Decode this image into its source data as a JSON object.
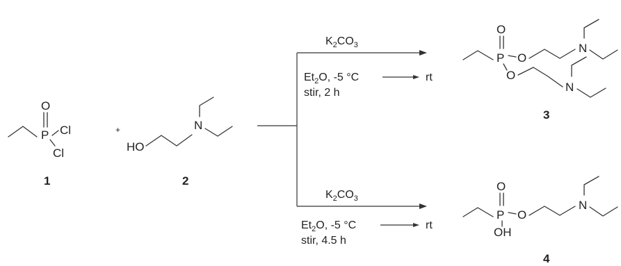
{
  "compounds": {
    "c1": {
      "number": "1",
      "atoms": {
        "oxygen": "O",
        "phosphorus": "P",
        "chlorine_1": "Cl",
        "chlorine_2": "Cl"
      }
    },
    "c2": {
      "number": "2",
      "atoms": {
        "hydroxyl": "HO",
        "nitrogen": "N"
      }
    },
    "c3": {
      "number": "3",
      "atoms": {
        "oxygen_double": "O",
        "phosphorus": "P",
        "oxygen_ester_1": "O",
        "nitrogen_1": "N",
        "oxygen_ester_2": "O",
        "nitrogen_2": "N"
      }
    },
    "c4": {
      "number": "4",
      "atoms": {
        "oxygen_double": "O",
        "phosphorus": "P",
        "oxygen_ester": "O",
        "nitrogen": "N",
        "hydroxyl": "OH"
      }
    }
  },
  "plus_sign": "+",
  "conditions": {
    "top": {
      "base_main": "K",
      "base_sub": "2",
      "base_mid": "CO",
      "base_sub2": "3",
      "solvent_main": "Et",
      "solvent_sub": "2",
      "solvent_rest": "O, -5 °C",
      "temp_end": "rt",
      "stir": "stir, 2 h"
    },
    "bottom": {
      "base_main": "K",
      "base_sub": "2",
      "base_mid": "CO",
      "base_sub2": "3",
      "solvent_main": "Et",
      "solvent_sub": "2",
      "solvent_rest": "O, -5 °C",
      "temp_end": "rt",
      "stir": "stir, 4.5 h"
    }
  },
  "colors": {
    "ink": "#222222",
    "background": "#ffffff"
  }
}
